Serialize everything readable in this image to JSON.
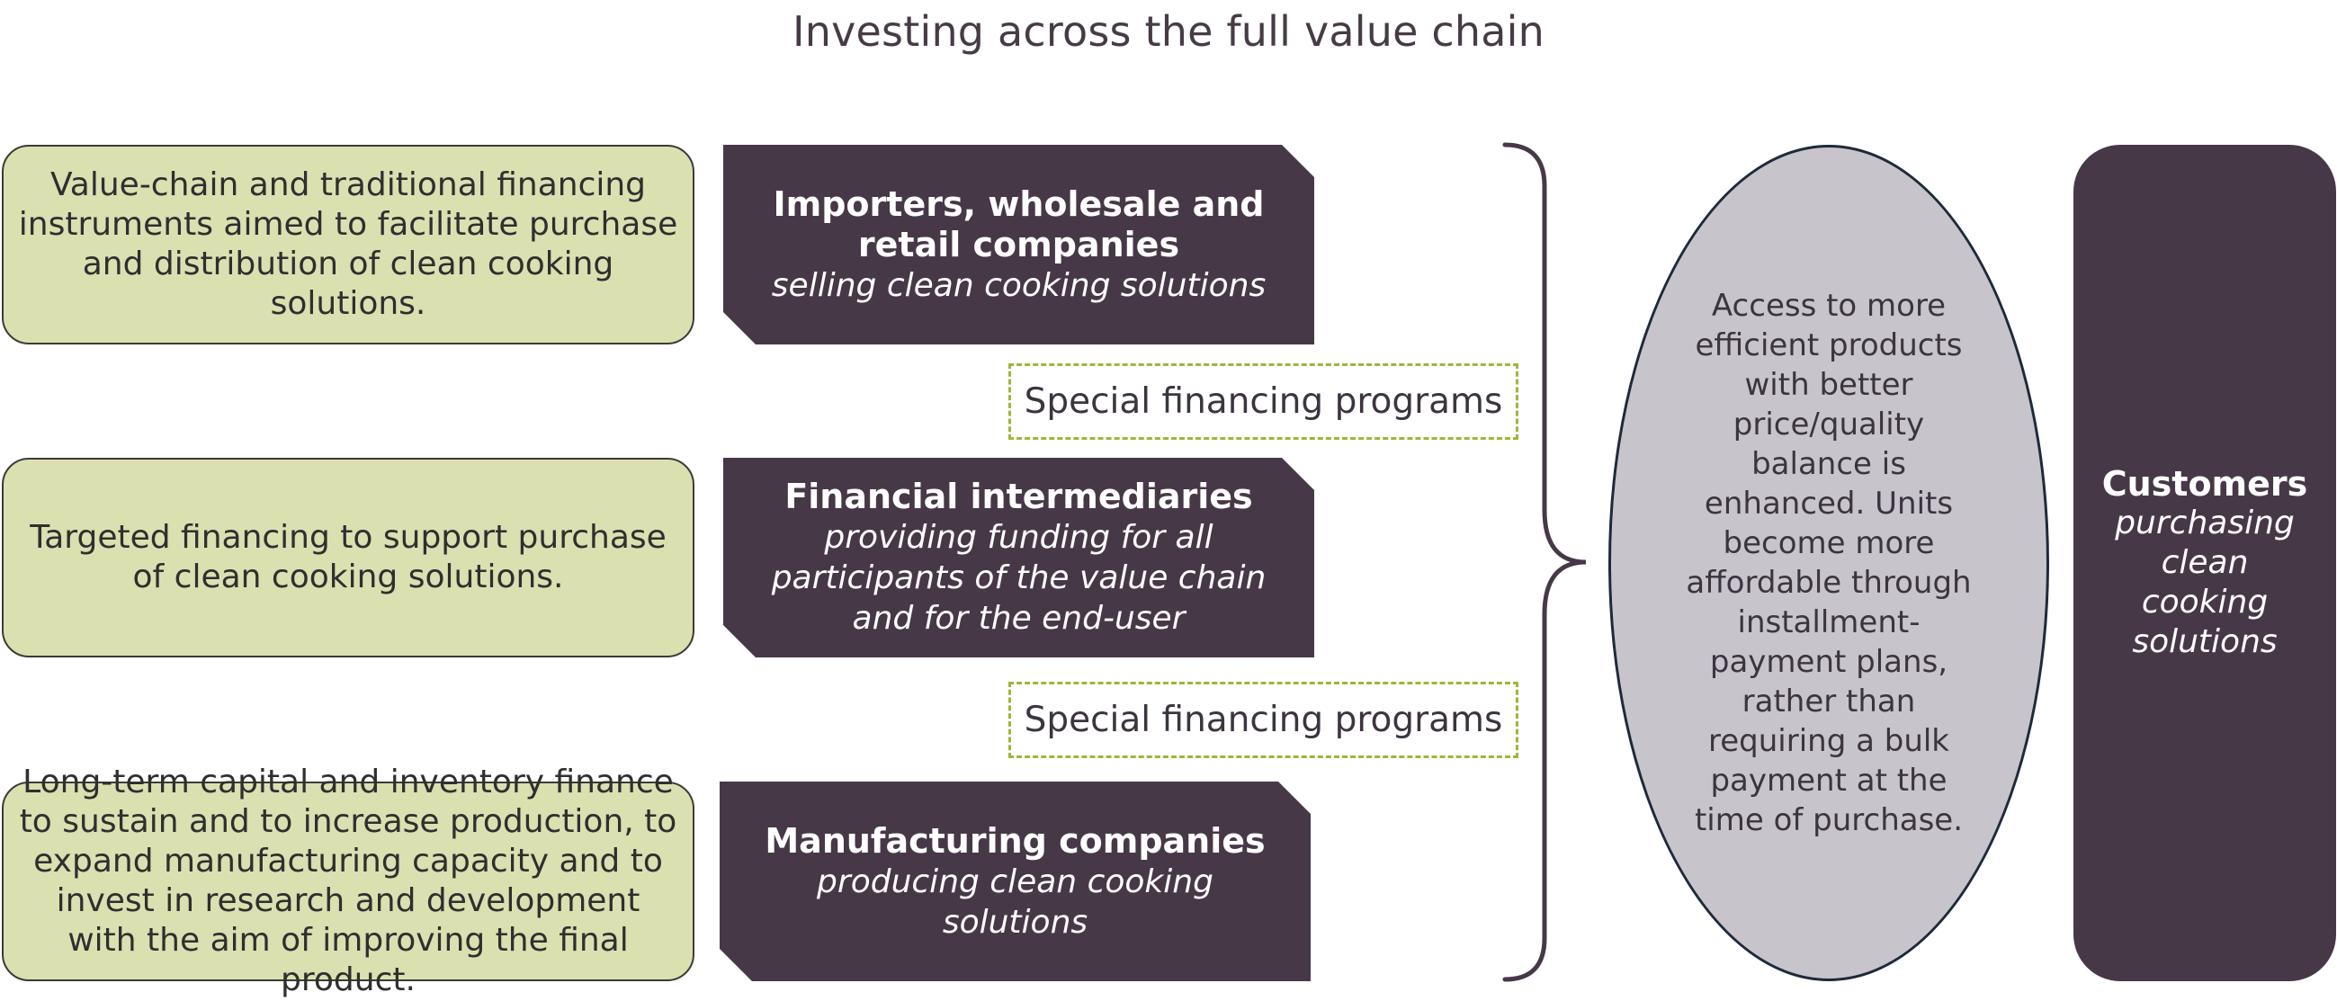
{
  "title": "Investing across the full value chain",
  "left_boxes": [
    "Value-chain and traditional financing instruments aimed to facilitate purchase and distribution of clean cooking solutions.",
    "Targeted financing to support purchase of clean cooking solutions.",
    "Long-term capital and inventory finance to sustain and to increase production, to expand manufacturing capacity and to invest in research and development with the aim of improving the final product."
  ],
  "actors": [
    {
      "name": "Importers, wholesale and retail companies",
      "role": "selling clean cooking solutions"
    },
    {
      "name": "Financial intermediaries",
      "role": "providing funding for all participants of the value chain and for the end-user"
    },
    {
      "name": "Manufacturing companies",
      "role": "producing clean cooking solutions"
    }
  ],
  "programs": [
    "Special financing programs",
    "Special financing programs"
  ],
  "outcome": "Access to more efficient products with better price/quality balance is enhanced. Units become more affordable through installment-payment plans, rather than requiring a bulk payment at the time of purchase.",
  "customers": {
    "name": "Customers",
    "role": "purchasing clean cooking solutions"
  },
  "colors": {
    "green_box": "#dbe0b1",
    "plum": "#473848",
    "dashed_border": "#9db63a",
    "oval": "#c8c4cc"
  }
}
